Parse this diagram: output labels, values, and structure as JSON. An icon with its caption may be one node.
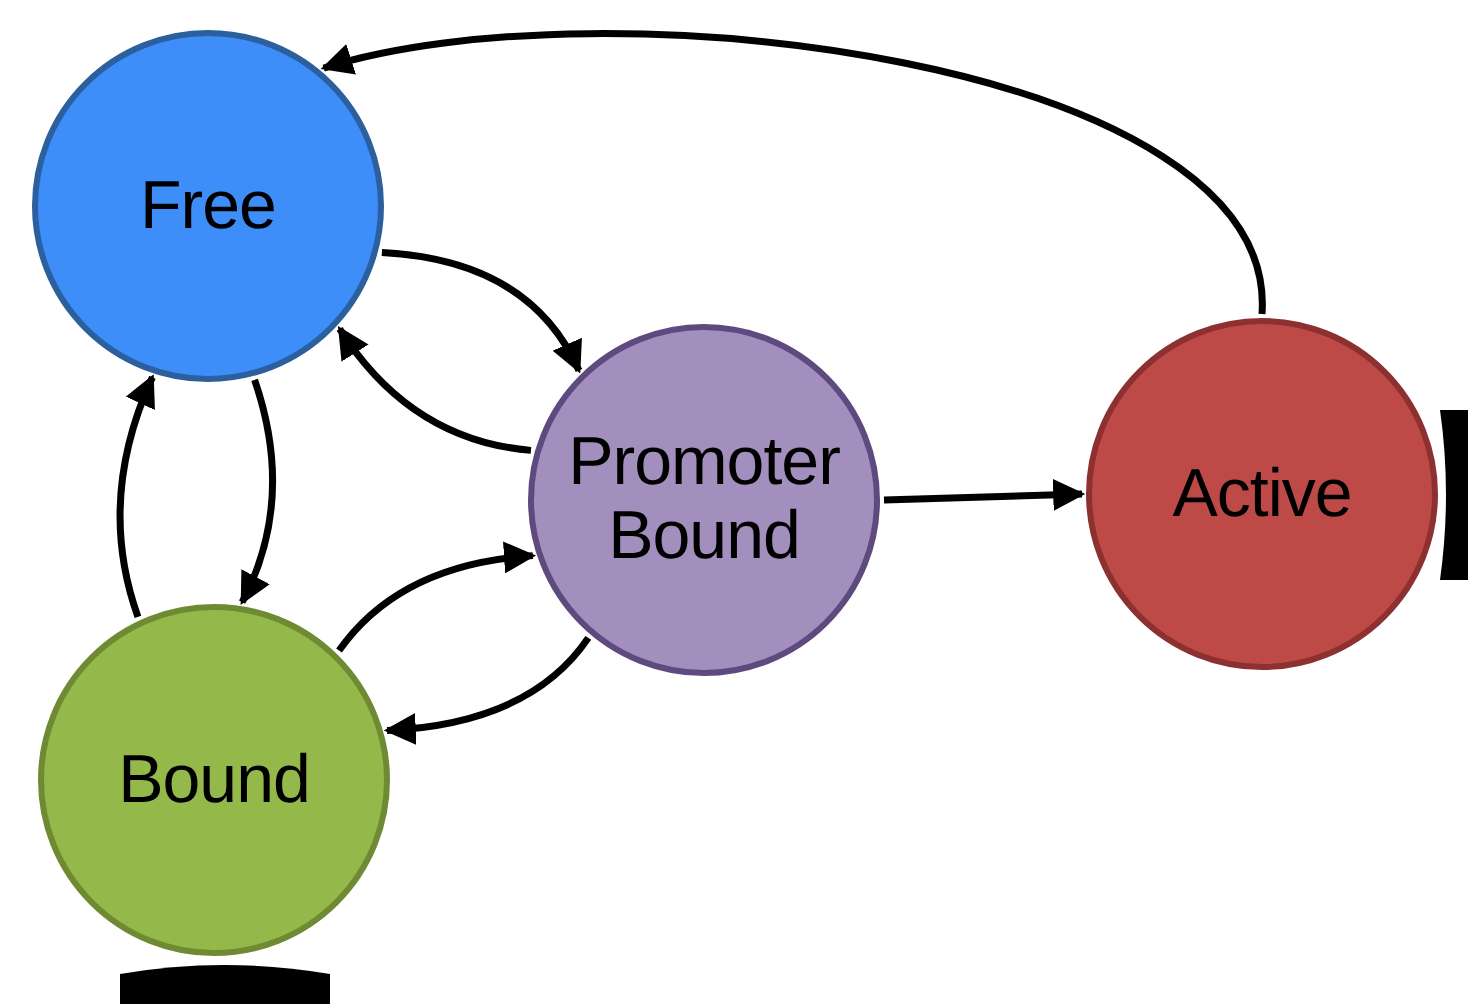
{
  "diagram": {
    "nodes": [
      {
        "text": [
          "Free"
        ]
      },
      {
        "text": [
          "Promoter Bound"
        ]
      },
      {
        "text": [
          "Active"
        ]
      },
      {
        "text": [
          "Bound"
        ]
      }
    ],
    "edges": [
      {
        "from": 2,
        "to": 0,
        "arrow": "to"
      },
      {
        "from": 0,
        "to": 1,
        "arrow": "to"
      },
      {
        "from": 1,
        "to": 0,
        "arrow": "to"
      },
      {
        "from": 0,
        "to": 3,
        "arrow": "to"
      },
      {
        "from": 3,
        "to": 0,
        "arrow": "to"
      },
      {
        "from": 3,
        "to": 1,
        "arrow": "to"
      },
      {
        "from": 1,
        "to": 3,
        "arrow": "to"
      },
      {
        "from": 1,
        "to": 2,
        "arrow": "to"
      }
    ]
  }
}
